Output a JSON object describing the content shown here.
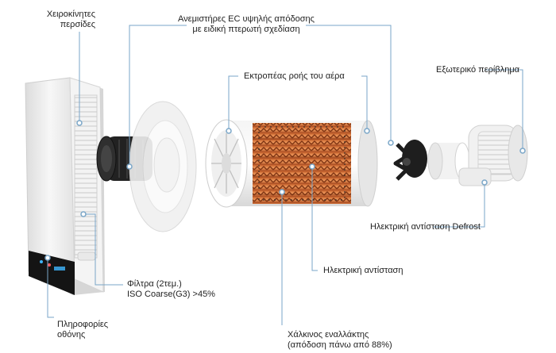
{
  "labels": {
    "louvers": "Χειροκίνητες\nπερσίδες",
    "ec_fans": "Ανεμιστήρες EC υψηλής απόδοσης\nμε ειδική πτερωτή σχεδίαση",
    "flow_deflector": "Εκτροπέας ροής του αέρα",
    "outer_casing": "Εξωτερικό περίβλημα",
    "defrost_heater": "Ηλεκτρική αντίσταση Defrost",
    "heater": "Ηλεκτρική αντίσταση",
    "filters": "Φίλτρα (2τεμ.)\nISO Coarse(G3) >45%",
    "display_info": "Πληροφορίες\nοθόνης",
    "copper_exchanger": "Χάλκινος εναλλάκτης\n(απόδοση πάνω από 88%)"
  },
  "colors": {
    "leader_line": "#7aa6c8",
    "marker_fill": "#ffffff",
    "copper": "#d9733a",
    "copper_dark": "#8a3a18",
    "housing": "#eeeeee",
    "fan_black": "#1e1e1e"
  }
}
